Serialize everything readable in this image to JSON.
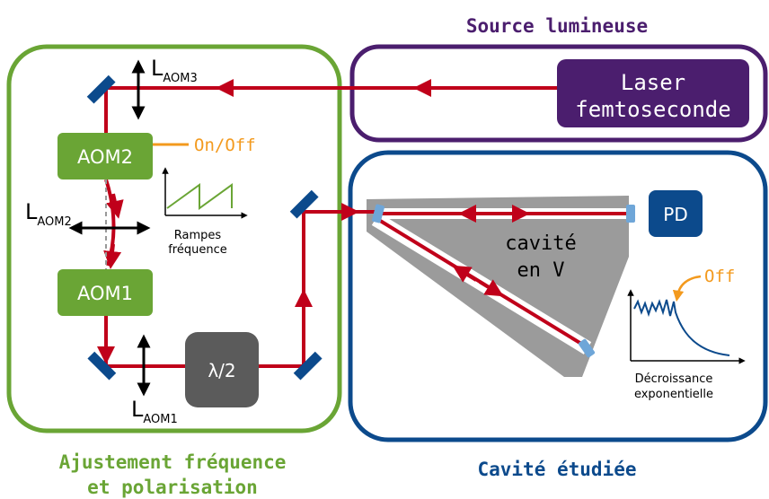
{
  "sections": {
    "source_title": "Source lumineuse",
    "adjust_title_line1": "Ajustement fréquence",
    "adjust_title_line2": "et polarisation",
    "cavity_title": "Cavité étudiée"
  },
  "components": {
    "laser_line1": "Laser",
    "laser_line2": "femtoseconde",
    "aom1": "AOM1",
    "aom2": "AOM2",
    "half_wave": "λ/2",
    "pd": "PD",
    "onoff": "On/Off",
    "off": "Off",
    "cavity_line1": "cavité",
    "cavity_line2": "en V"
  },
  "lenses": {
    "aom3": {
      "base": "L",
      "sub": "AOM3"
    },
    "aom2": {
      "base": "L",
      "sub": "AOM2"
    },
    "aom1": {
      "base": "L",
      "sub": "AOM1"
    }
  },
  "insets": {
    "ramps_line1": "Rampes",
    "ramps_line2": "fréquence",
    "decay_line1": "Décroissance",
    "decay_line2": "exponentielle"
  },
  "colors": {
    "green": "#6aa535",
    "purple": "#4b1e6e",
    "blue": "#0c4a8c",
    "red": "#c0001a",
    "orange": "#f39a1e",
    "gray": "#9b9b9b"
  }
}
